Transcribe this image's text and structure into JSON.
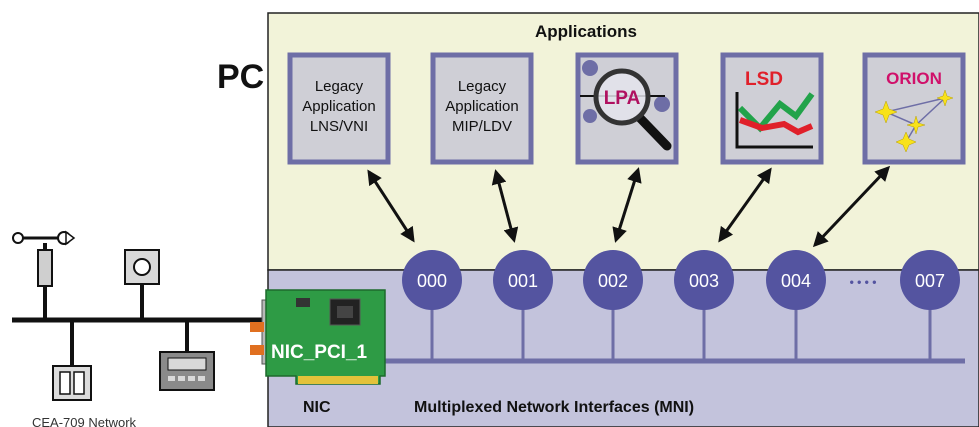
{
  "pc_label": "PC",
  "applications_label": "Applications",
  "apps": [
    {
      "lines": [
        "Legacy",
        "Application",
        "LNS/VNI"
      ]
    },
    {
      "lines": [
        "Legacy",
        "Application",
        "MIP/LDV"
      ]
    },
    {
      "title": "LPA"
    },
    {
      "title": "LSD"
    },
    {
      "title": "ORION"
    }
  ],
  "interfaces": [
    "000",
    "001",
    "002",
    "003",
    "004",
    "007"
  ],
  "ellipsis": "• • • •",
  "nic_card_label": "NIC_PCI_1",
  "nic_label": "NIC",
  "mni_label": "Multiplexed Network Interfaces (MNI)",
  "network_label": "CEA-709 Network",
  "colors": {
    "app_area": "#f2f3d9",
    "mni_area": "#c3c3dc",
    "box_border": "#6e6ea6",
    "box_fill": "#cfcfd6",
    "circle": "#5454a0",
    "pcb": "#2e9b45",
    "lsd_red": "#e0202a",
    "lsd_green": "#22a34a",
    "orion_magenta": "#d0106a",
    "star_yellow": "#f8e21a"
  }
}
